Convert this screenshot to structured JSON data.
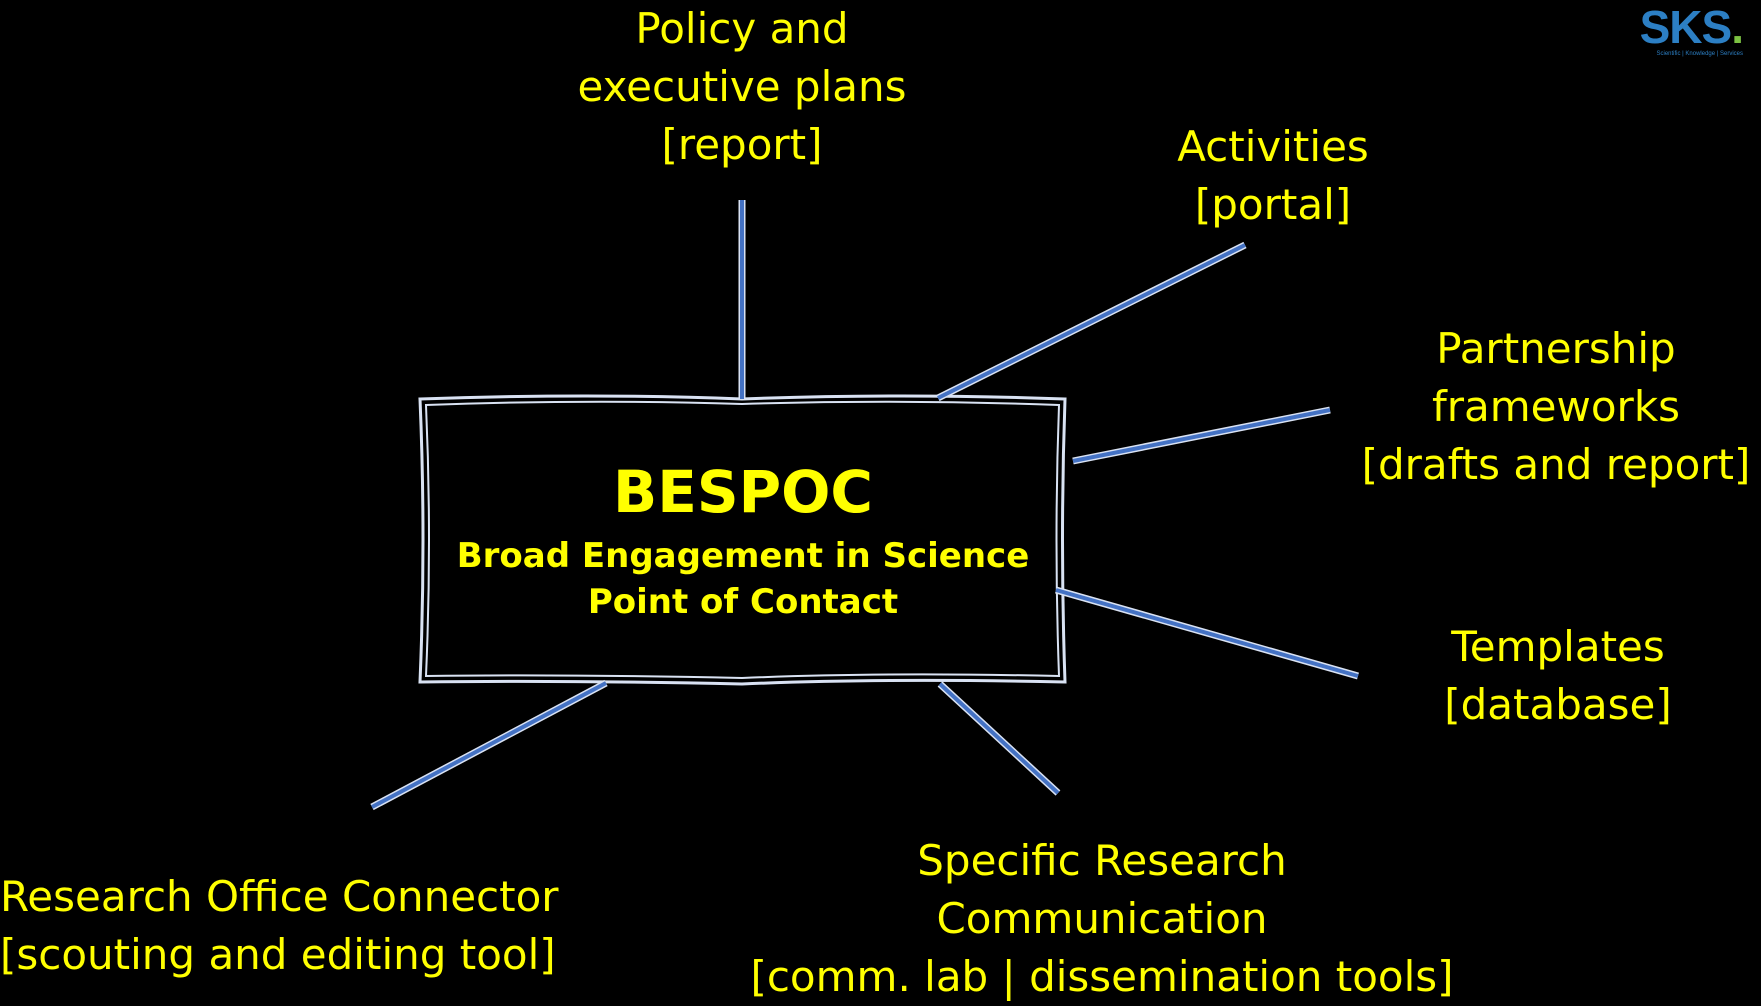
{
  "center": {
    "title": "BESPOC",
    "subtitle_line1": "Broad Engagement in Science",
    "subtitle_line2": "Point of Contact"
  },
  "nodes": {
    "policy": {
      "line1": "Policy and",
      "line2": "executive plans",
      "line3": "[report]"
    },
    "activities": {
      "line1": "Activities",
      "line2": "[portal]"
    },
    "partnership": {
      "line1": "Partnership",
      "line2": "frameworks",
      "line3": "[drafts and report]"
    },
    "templates": {
      "line1": "Templates",
      "line2": "[database]"
    },
    "communication": {
      "line1": "Specific Research",
      "line2": "Communication",
      "line3": "[comm. lab | dissemination tools]"
    },
    "research_office": {
      "line1": "Research Office Connector",
      "line2": "[scouting and editing tool]"
    }
  },
  "logo": {
    "text": "SKS",
    "dot": ".",
    "tagline": "Scientific | Knowledge | Services"
  },
  "colors": {
    "background": "#000000",
    "text": "#ffff00",
    "connector": "#4472c4",
    "box_outline": "#d9e2f3"
  }
}
